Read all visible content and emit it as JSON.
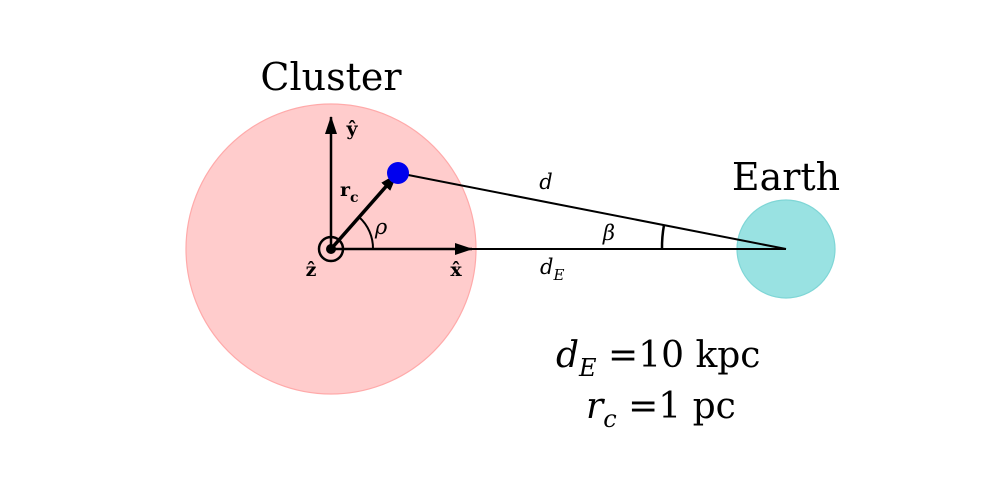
{
  "labels": {
    "cluster": "Cluster",
    "earth": "Earth",
    "d": "d",
    "d_E_base": "d",
    "d_E_sub": "E",
    "beta": "β",
    "rho": "ρ",
    "r_c_base": "r",
    "r_c_sub": "c",
    "y_hat": "ŷ",
    "x_hat": "x̂",
    "z_hat": "ẑ"
  },
  "params": {
    "dE_base": "d",
    "dE_sub": "E",
    "dE_eq": " =",
    "dE_value": "10 kpc",
    "rc_base": "r",
    "rc_sub": "c",
    "rc_eq": " =",
    "rc_value": "1 pc"
  },
  "colors": {
    "cluster_fill": "#ffcccc",
    "cluster_stroke": "#ffaaaa",
    "earth_fill": "#99e2e2",
    "earth_stroke": "#7fd6d6",
    "star": "#0000ee",
    "ink": "#000000"
  }
}
